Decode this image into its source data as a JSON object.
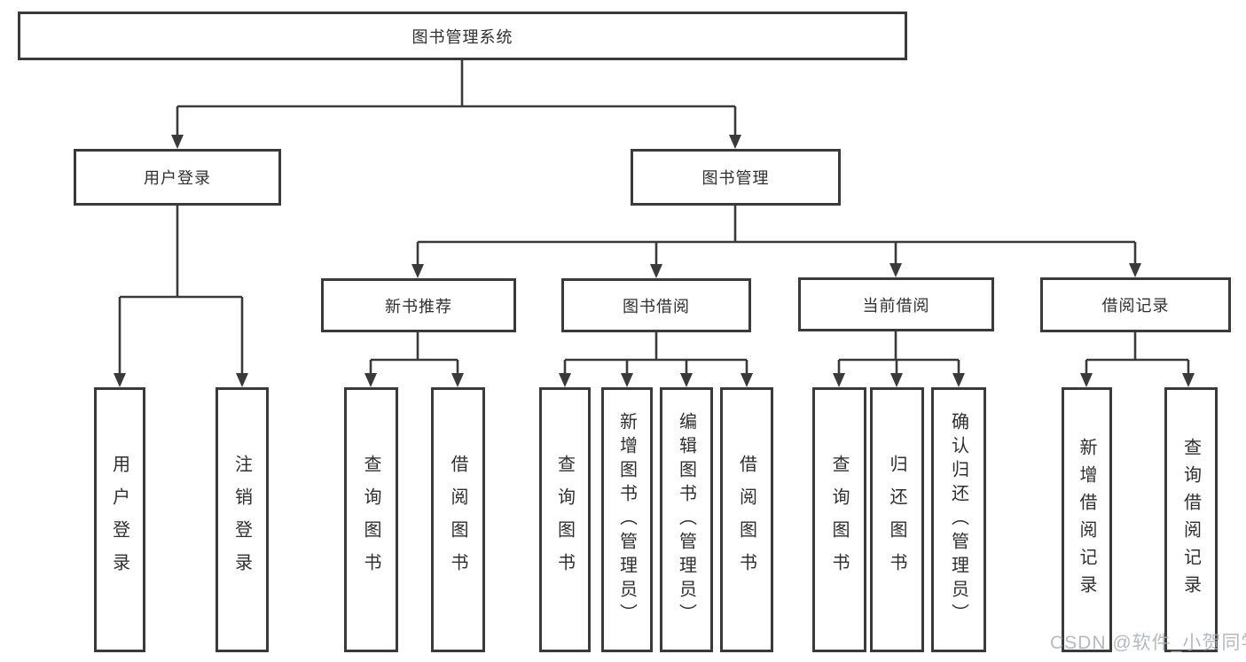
{
  "diagram": {
    "tree": {
      "root": {
        "label": "图书管理系统"
      },
      "children": [
        {
          "label": "用户登录",
          "children": [
            {
              "label": "用户登录"
            },
            {
              "label": "注销登录"
            }
          ]
        },
        {
          "label": "图书管理",
          "children": [
            {
              "label": "新书推荐",
              "children": [
                {
                  "label": "查询图书"
                },
                {
                  "label": "借阅图书"
                }
              ]
            },
            {
              "label": "图书借阅",
              "children": [
                {
                  "label": "查询图书"
                },
                {
                  "label": "新增图书（管理员）"
                },
                {
                  "label": "编辑图书（管理员）"
                },
                {
                  "label": "借阅图书"
                }
              ]
            },
            {
              "label": "当前借阅",
              "children": [
                {
                  "label": "查询图书"
                },
                {
                  "label": "归还图书"
                },
                {
                  "label": "确认归还（管理员）"
                }
              ]
            },
            {
              "label": "借阅记录",
              "children": [
                {
                  "label": "新增借阅记录"
                },
                {
                  "label": "查询借阅记录"
                }
              ]
            }
          ]
        }
      ]
    }
  },
  "watermark": {
    "text": "CSDN @软件_小贺同学"
  },
  "colors": {
    "line": "#3a3a3a",
    "text": "#2f2f2f",
    "background": "#ffffff",
    "watermark": "#a8adb6"
  }
}
